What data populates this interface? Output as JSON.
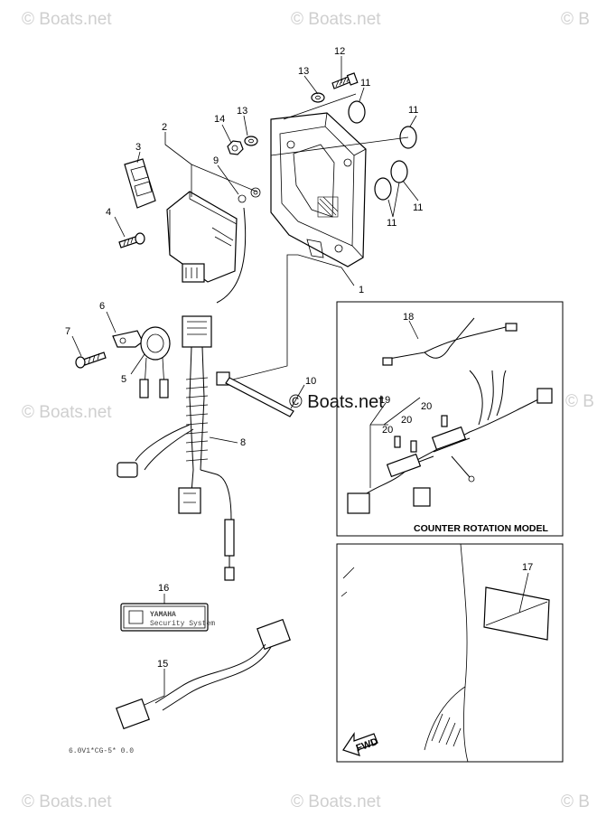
{
  "watermarks": {
    "corner": "© Boats.net",
    "edge_top_right": "© B",
    "edge_mid_right": "© B",
    "edge_bottom_right": "© B",
    "center": "© Boats.net"
  },
  "callouts": {
    "c1": "1",
    "c2": "2",
    "c3": "3",
    "c4": "4",
    "c5": "5",
    "c6": "6",
    "c7": "7",
    "c8": "8",
    "c9": "9",
    "c10": "10",
    "c11a": "11",
    "c11b": "11",
    "c11c": "11",
    "c11d": "11",
    "c12": "12",
    "c13a": "13",
    "c13b": "13",
    "c14": "14",
    "c15": "15",
    "c16": "16",
    "c17": "17",
    "c18": "18",
    "c19": "19",
    "c20a": "20",
    "c20b": "20",
    "c20c": "20"
  },
  "inset_caption": "COUNTER ROTATION MODEL",
  "label_brand": "YAMAHA",
  "label_text": "Security System",
  "fwd_label": "FWD",
  "drawing_code": "6.0V1*CG-5* 0.0"
}
